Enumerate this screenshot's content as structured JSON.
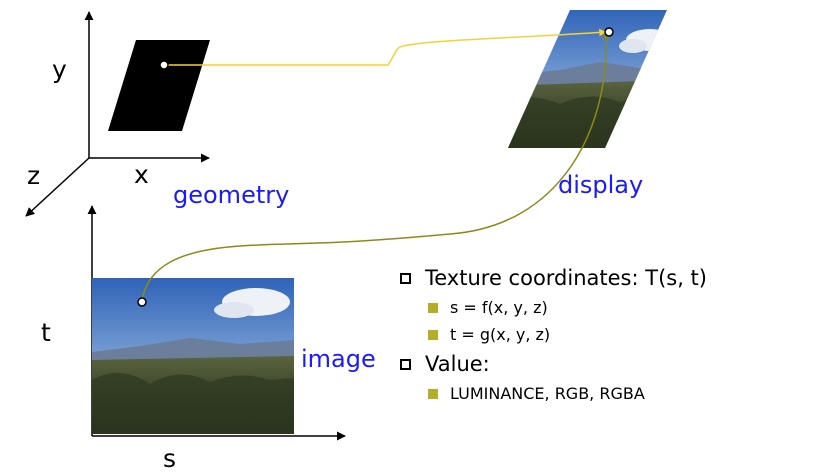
{
  "labels": {
    "y": "y",
    "x": "x",
    "z": "z",
    "t": "t",
    "s": "s",
    "geometry": "geometry",
    "display": "display",
    "image": "image"
  },
  "bullets": {
    "item1": "Texture coordinates: T(s, t)",
    "item1_sub1": "s = f(x, y, z)",
    "item1_sub2": "t = g(x, y, z)",
    "item2": "Value:",
    "item2_sub1": "LUMINANCE, RGB, RGBA"
  },
  "colors": {
    "label_blue": "#1a1aff",
    "connector_yellow": "#f2d23a",
    "connector_olive": "#8c8a1a",
    "bullet_square": "#b3ad2a"
  },
  "icons": [
    "hollow-square-bullet-icon",
    "filled-square-bullet-icon"
  ]
}
